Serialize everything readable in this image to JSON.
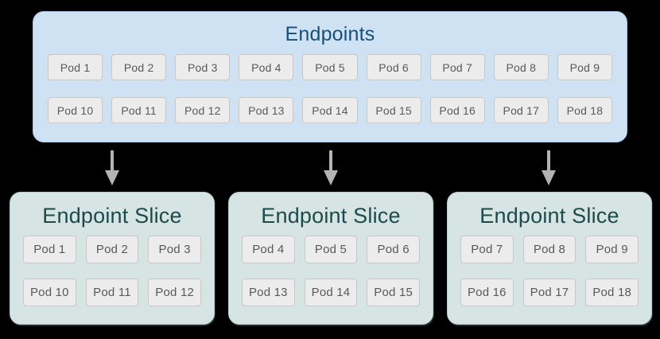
{
  "colors": {
    "canvas_bg": "#000000",
    "endpoints_bg": "#cfe2f4",
    "endpoints_border": "#a9c8e8",
    "endpoints_title": "#174e7a",
    "slice_bg": "#d6e4e3",
    "slice_border": "#b7cecd",
    "slice_title": "#1d4a4d",
    "pod_bg": "#ececec",
    "pod_border": "#c8c8c8",
    "pod_text": "#58595b",
    "arrow": "#b3b3b3"
  },
  "endpoints": {
    "title": "Endpoints",
    "pod_rows": [
      [
        "Pod 1",
        "Pod 2",
        "Pod 3",
        "Pod 4",
        "Pod 5",
        "Pod 6",
        "Pod 7",
        "Pod 8",
        "Pod 9"
      ],
      [
        "Pod 10",
        "Pod 11",
        "Pod 12",
        "Pod 13",
        "Pod 14",
        "Pod 15",
        "Pod 16",
        "Pod 17",
        "Pod 18"
      ]
    ]
  },
  "arrows": {
    "count": 3,
    "direction": "down"
  },
  "slices": [
    {
      "title": "Endpoint Slice",
      "pod_rows": [
        [
          "Pod 1",
          "Pod 2",
          "Pod 3"
        ],
        [
          "Pod 10",
          "Pod 11",
          "Pod 12"
        ]
      ]
    },
    {
      "title": "Endpoint Slice",
      "pod_rows": [
        [
          "Pod 4",
          "Pod 5",
          "Pod 6"
        ],
        [
          "Pod 13",
          "Pod 14",
          "Pod 15"
        ]
      ]
    },
    {
      "title": "Endpoint Slice",
      "pod_rows": [
        [
          "Pod 7",
          "Pod 8",
          "Pod 9"
        ],
        [
          "Pod 16",
          "Pod 17",
          "Pod 18"
        ]
      ]
    }
  ]
}
